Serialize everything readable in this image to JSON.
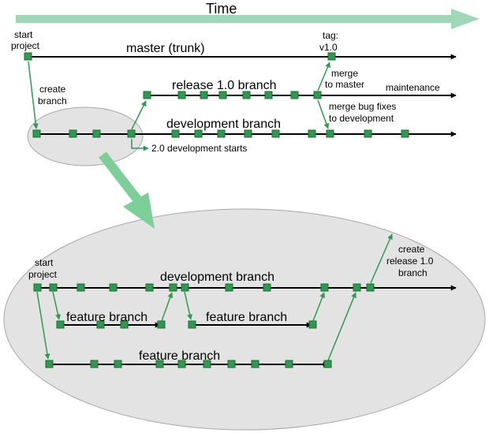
{
  "colors": {
    "node": "#2e9a4f",
    "node_stroke": "#1d6b34",
    "arrow_green": "#2e9a4f",
    "time_arrow": "#9ed8b8",
    "ellipse_fill": "#e3e3e3",
    "ellipse_stroke": "#a8a8a8",
    "zoom_arrow": "#7ccf96",
    "line": "#000000"
  },
  "header": {
    "time": "Time"
  },
  "top": {
    "start_project": "start project",
    "master": "master (trunk)",
    "tag": "tag: v1.0",
    "create_branch": "create branch",
    "release": "release 1.0 branch",
    "maintenance": "maintenance",
    "merge_to_master": "merge to master",
    "merge_bug_fixes": "merge bug fixes to development",
    "development": "development branch",
    "dev_starts": "2.0 development starts"
  },
  "bottom": {
    "start_project": "start project",
    "development": "development branch",
    "feature1": "feature branch",
    "feature2": "feature branch",
    "feature3": "feature branch",
    "create_release": "create release 1.0 branch"
  }
}
